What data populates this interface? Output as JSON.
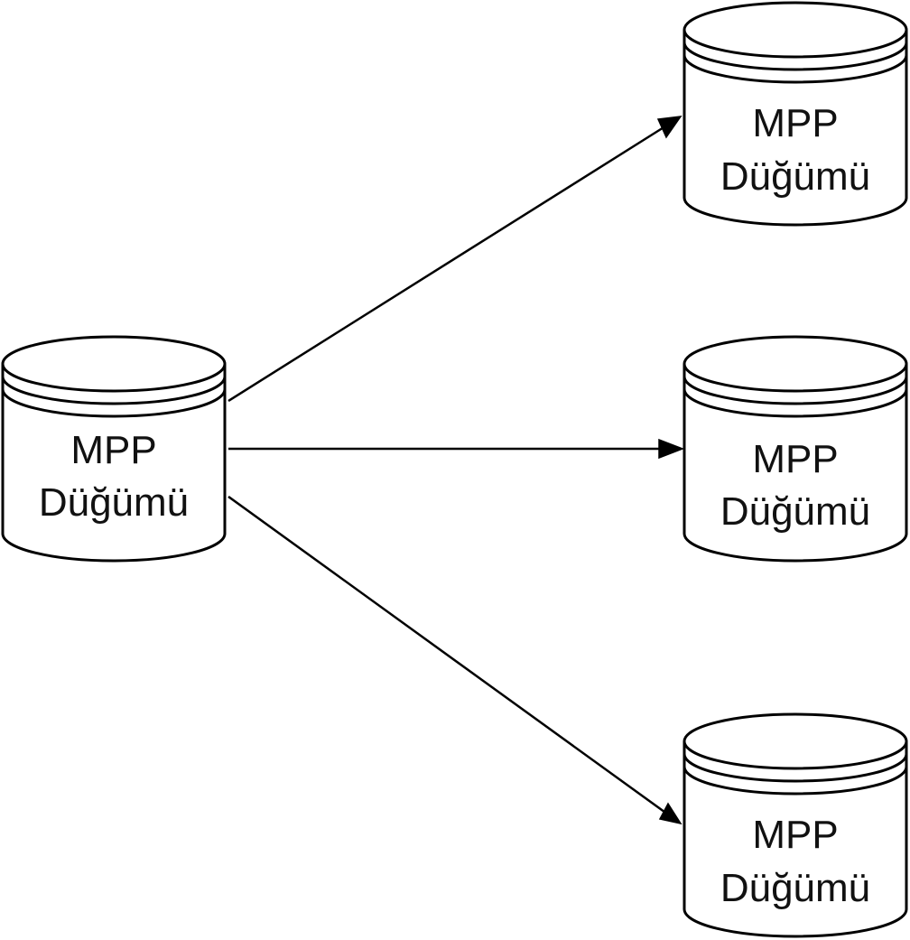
{
  "nodes": [
    {
      "id": "source",
      "line1": "MPP",
      "line2": "Düğümü"
    },
    {
      "id": "target-top",
      "line1": "MPP",
      "line2": "Düğümü"
    },
    {
      "id": "target-middle",
      "line1": "MPP",
      "line2": "Düğümü"
    },
    {
      "id": "target-bottom",
      "line1": "MPP",
      "line2": "Düğümü"
    }
  ],
  "edges": [
    {
      "from": "source",
      "to": "target-top"
    },
    {
      "from": "source",
      "to": "target-middle"
    },
    {
      "from": "source",
      "to": "target-bottom"
    }
  ],
  "colors": {
    "stroke": "#000000",
    "fill": "#ffffff"
  }
}
